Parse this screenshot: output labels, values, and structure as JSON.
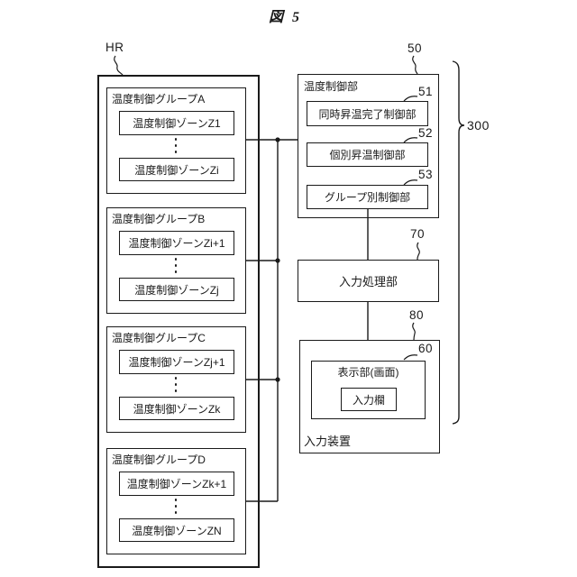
{
  "figure": {
    "title": "図 5"
  },
  "hr_unit": {
    "ref_label": "HR",
    "groups": [
      {
        "label": "温度制御グループA",
        "zone_top": "温度制御ゾーンZ1",
        "zone_bottom": "温度制御ゾーンZi"
      },
      {
        "label": "温度制御グループB",
        "zone_top": "温度制御ゾーンZi+1",
        "zone_bottom": "温度制御ゾーンZj"
      },
      {
        "label": "温度制御グループC",
        "zone_top": "温度制御ゾーンZj+1",
        "zone_bottom": "温度制御ゾーンZk"
      },
      {
        "label": "温度制御グループD",
        "zone_top": "温度制御ゾーンZk+1",
        "zone_bottom": "温度制御ゾーンZN"
      }
    ]
  },
  "controller": {
    "ref_number": "50",
    "label": "温度制御部",
    "sub_units": [
      {
        "ref_number": "51",
        "label": "同時昇温完了制御部"
      },
      {
        "ref_number": "52",
        "label": "個別昇温制御部"
      },
      {
        "ref_number": "53",
        "label": "グループ別制御部"
      }
    ]
  },
  "input_processing": {
    "ref_number": "70",
    "label": "入力処理部"
  },
  "input_device": {
    "ref_number": "80",
    "label": "入力装置",
    "display": {
      "ref_number": "60",
      "label": "表示部(画面)",
      "input_field_label": "入力欄"
    }
  },
  "system": {
    "ref_number": "300"
  },
  "colors": {
    "line": "#1a1a1a",
    "background": "#ffffff"
  }
}
